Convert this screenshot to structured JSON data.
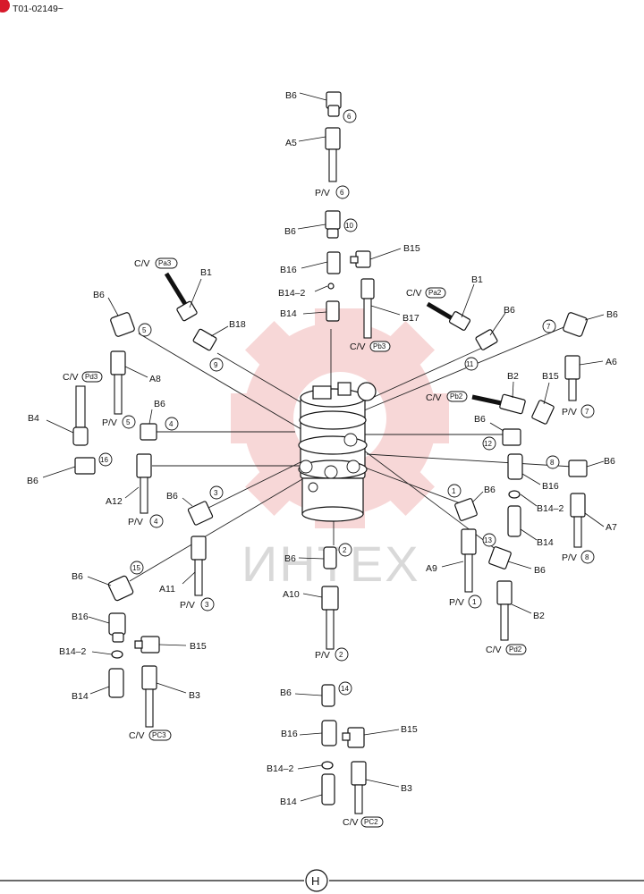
{
  "header": {
    "doc_code": "T01-02149~",
    "mark_color": "#d7192b"
  },
  "watermark": {
    "text": "ИНТЕХ",
    "gear_color": "#f2b8b8",
    "text_color": "#d9d9d9"
  },
  "footer": {
    "section_letter": "H"
  },
  "circled_numbers": [
    "1",
    "2",
    "3",
    "4",
    "5",
    "6",
    "7",
    "8",
    "9",
    "10",
    "11",
    "12",
    "13",
    "14",
    "15",
    "16"
  ],
  "cv_tags": {
    "pa3": "Pa3",
    "pa2": "Pa2",
    "pb3": "Pb3",
    "pb2": "Pb2",
    "pd3": "Pd3",
    "pd2": "Pd2",
    "pc3": "PC3",
    "pc2": "PC2"
  },
  "pv_labels": {
    "p1": "P/V",
    "p2": "P/V",
    "p3": "P/V",
    "p4": "P/V",
    "p5": "P/V",
    "p6": "P/V",
    "p7": "P/V",
    "p8": "P/V"
  },
  "cv_labels": {
    "pa3": "C/V",
    "pa2": "C/V",
    "pb3": "C/V",
    "pb2": "C/V",
    "pd3": "C/V",
    "pd2": "C/V",
    "pc3": "C/V",
    "pc2": "C/V"
  },
  "labels": {
    "b6_top": "B6",
    "a5": "A5",
    "b6_10": "B6",
    "b15_top": "B15",
    "b16_top": "B16",
    "b14_2_top": "B14–2",
    "b14_top": "B14",
    "b17": "B17",
    "b1_left": "B1",
    "b18": "B18",
    "b1_right": "B1",
    "b6_11": "B6",
    "b6_5": "B6",
    "a8": "A8",
    "b4": "B4",
    "b6_4": "B6",
    "b6_16": "B6",
    "a12": "A12",
    "b6_3": "B6",
    "b6_15": "B6",
    "a11": "A11",
    "b16_left": "B16",
    "b14_2_left": "B14–2",
    "b14_left": "B14",
    "b15_left": "B15",
    "b3_left": "B3",
    "b6_7": "B6",
    "a6": "A6",
    "b2_right": "B2",
    "b15_right": "B15",
    "b6_12": "B6",
    "b6_8": "B6",
    "b16_right": "B16",
    "b14_2_right": "B14–2",
    "b14_right": "B14",
    "a7": "A7",
    "b6_1": "B6",
    "b6_13": "B6",
    "a9": "A9",
    "b2_lower": "B2",
    "b6_2": "B6",
    "a10": "A10",
    "b6_14": "B6",
    "b16_bottom": "B16",
    "b15_bottom": "B15",
    "b14_2_bottom": "B14–2",
    "b14_bottom": "B14",
    "b3_bottom": "B3"
  }
}
